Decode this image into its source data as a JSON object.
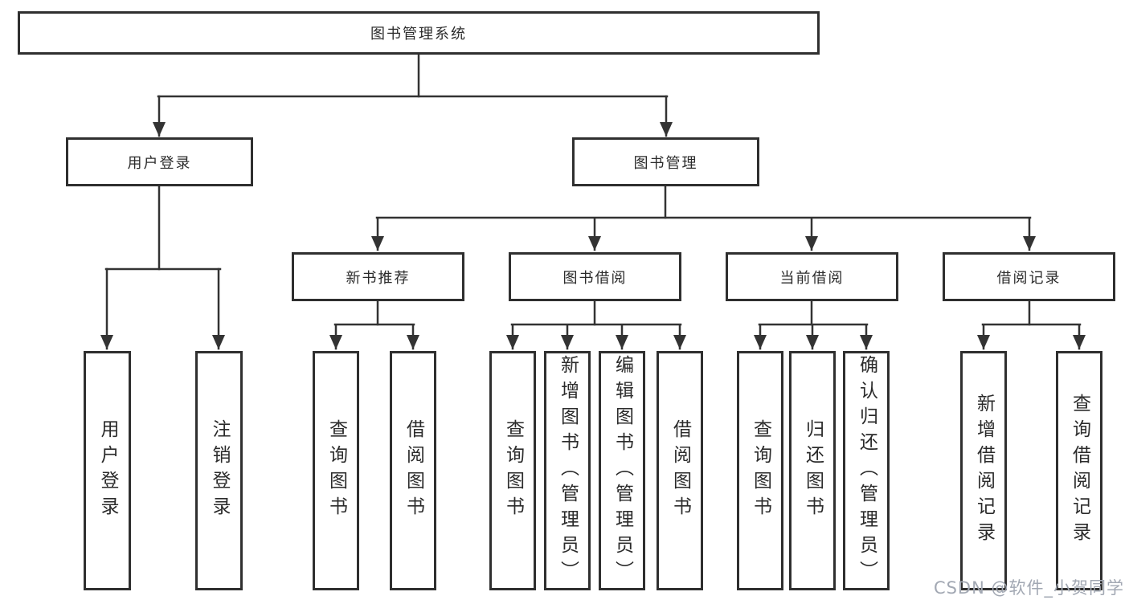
{
  "diagram": {
    "root_label": "图书管理系统",
    "branches": [
      {
        "label": "用户登录",
        "children": [
          {
            "label": "用户登录"
          },
          {
            "label": "注销登录"
          }
        ]
      },
      {
        "label": "图书管理",
        "children": [
          {
            "label": "新书推荐",
            "children": [
              {
                "label": "查询图书"
              },
              {
                "label": "借阅图书"
              }
            ]
          },
          {
            "label": "图书借阅",
            "children": [
              {
                "label": "查询图书"
              },
              {
                "label": "新增图书（管理员）"
              },
              {
                "label": "编辑图书（管理员）"
              },
              {
                "label": "借阅图书"
              }
            ]
          },
          {
            "label": "当前借阅",
            "children": [
              {
                "label": "查询图书"
              },
              {
                "label": "归还图书"
              },
              {
                "label": "确认归还（管理员）"
              }
            ]
          },
          {
            "label": "借阅记录",
            "children": [
              {
                "label": "新增借阅记录"
              },
              {
                "label": "查询借阅记录"
              }
            ]
          }
        ]
      }
    ]
  },
  "watermark": {
    "text": "CSDN @软件_小贺同学",
    "color": "#a2a8b3"
  },
  "colors": {
    "line": "#333333",
    "box_border": "#2f2f2f",
    "text": "#2b2b2b",
    "background": "#ffffff"
  }
}
